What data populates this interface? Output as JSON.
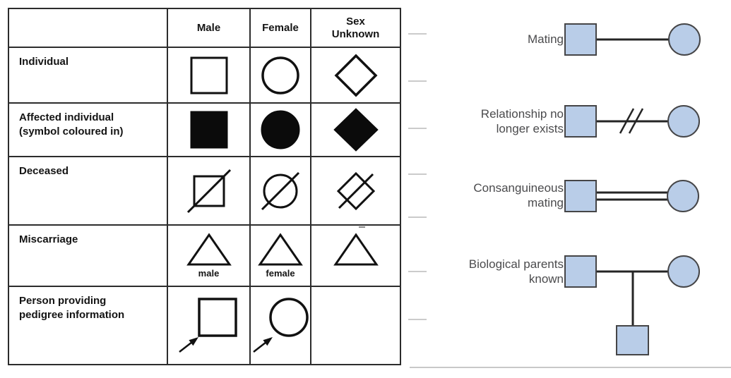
{
  "table": {
    "headers": [
      "",
      "Male",
      "Female",
      "Sex\nUnknown"
    ],
    "rows": [
      {
        "label": "Individual",
        "symbols": [
          "square-outline",
          "circle-outline",
          "diamond-outline"
        ]
      },
      {
        "label": "Affected individual\n(symbol coloured in)",
        "symbols": [
          "square-filled",
          "circle-filled",
          "diamond-filled"
        ]
      },
      {
        "label": "Deceased",
        "symbols": [
          "square-slashed",
          "circle-slashed",
          "diamond-slashed"
        ]
      },
      {
        "label": "Miscarriage",
        "symbols": [
          "triangle-outline",
          "triangle-outline",
          "triangle-outline"
        ],
        "sublabels": [
          "male",
          "female",
          ""
        ]
      },
      {
        "label": "Person providing\npedigree information",
        "symbols": [
          "square-with-arrow",
          "circle-with-arrow",
          ""
        ]
      }
    ]
  },
  "legend": {
    "items": [
      {
        "label": "Mating",
        "diagram": "male square joined to female circle by single horizontal line"
      },
      {
        "label": "Relationship no\nlonger exists",
        "diagram": "square and circle joined by line broken with double slash"
      },
      {
        "label": "Consanguineous\nmating",
        "diagram": "square and circle joined by double horizontal line"
      },
      {
        "label": "Biological parents\nknown",
        "diagram": "square and circle joined by line with vertical drop to child square"
      }
    ]
  },
  "colors": {
    "shape_fill": "#b9cde8",
    "shape_stroke": "#454547",
    "table_line": "#2c2c2c",
    "symbol_ink": "#111111",
    "legend_text": "#4b4b4d",
    "tick": "#cbcbcb",
    "bottom_divider": "#c8c8c8"
  }
}
